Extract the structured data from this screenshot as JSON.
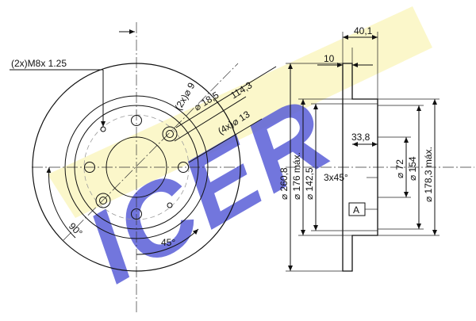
{
  "brand": {
    "logo_text": "ICER",
    "colors": {
      "logo_blue": "#5a5fd8",
      "logo_yellow": "#fbf6c4",
      "line_black": "#111111",
      "paper_white": "#ffffff"
    }
  },
  "front_view": {
    "thread_label": "(2x)M8x 1.25",
    "pitch_circle_diameter": "114,3",
    "hole_9": "(2x)⌀ 9",
    "hole_18_5": "⌀ 18,5",
    "bolt_holes": "(4x)⌀ 13",
    "angle_90": "90°",
    "angle_45": "45°"
  },
  "section_view": {
    "total_height": "40,1",
    "thickness": "10",
    "hub_depth": "33,8",
    "outer_diameter": "⌀ 260,8",
    "friction_max": "⌀ 176 máx.",
    "hub_diameter": "⌀ 142,5",
    "chamfer": "3x45°",
    "datum": "A",
    "center_bore": "⌀ 72",
    "hub_outer": "⌀ 154",
    "inner_max": "⌀ 178,3 máx."
  }
}
